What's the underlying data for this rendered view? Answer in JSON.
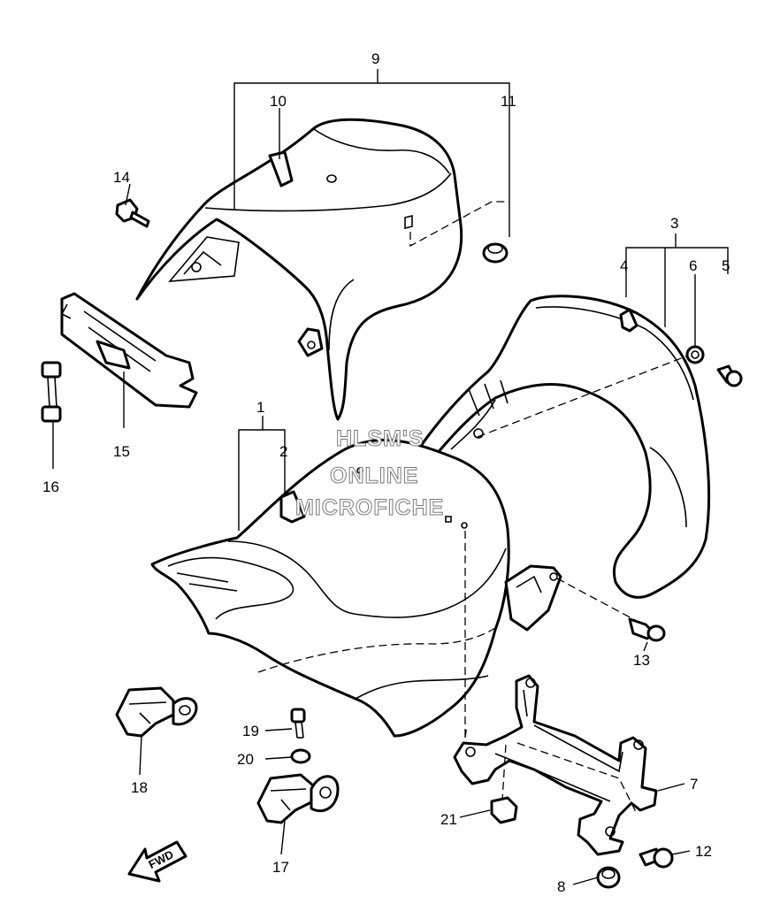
{
  "callouts": {
    "c1": "1",
    "c2": "2",
    "c3": "3",
    "c4": "4",
    "c5": "5",
    "c6": "6",
    "c7": "7",
    "c8": "8",
    "c9": "9",
    "c10": "10",
    "c11": "11",
    "c12": "12",
    "c13": "13",
    "c14": "14",
    "c15": "15",
    "c16": "16",
    "c17": "17",
    "c18": "18",
    "c19": "19",
    "c20": "20",
    "c21": "21"
  },
  "watermark": {
    "line1": "HLSM'S",
    "line2": "ONLINE",
    "line3": "MICROFICHE"
  },
  "direction_arrow": {
    "label": "FWD"
  }
}
